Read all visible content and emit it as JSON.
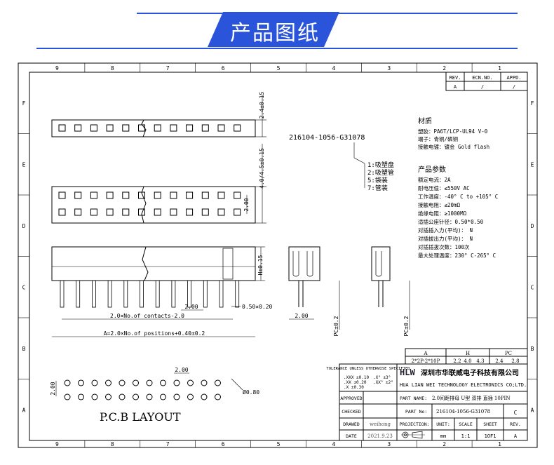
{
  "header": {
    "title": "产品图纸",
    "accent_color": "#2a54d9"
  },
  "frame": {
    "columns": [
      "9",
      "8",
      "7",
      "6",
      "5",
      "4",
      "3",
      "2",
      "1"
    ],
    "rows": [
      "F",
      "E",
      "D",
      "C",
      "B",
      "A"
    ]
  },
  "revision": {
    "headers": [
      "REV.",
      "ECN.NO.",
      "APPD."
    ],
    "values": [
      "A",
      "/",
      "/"
    ]
  },
  "dimensions": {
    "top_height": "2.4±0.15",
    "mid_height": "4.0/4.5±0.15",
    "row_pitch": "2.00",
    "side_height": "H±0.15",
    "pitch": "2.00",
    "pin_size": "0.50×0.20",
    "contacts": "2.0×No.of contacts-2.0",
    "positions": "A=2.0×No.of positions+0.40±0.2",
    "side_pitch": "2.00",
    "pc_left": "PC±0.2",
    "pc_right": "PC±0.2",
    "pcb_pitch_x": "2.00",
    "pcb_pitch_y": "2.00",
    "hole": "Ø0.80"
  },
  "part_code": {
    "number": "216104-1056-G31078",
    "options": [
      "1:吸塑盘",
      "2:吸塑管",
      "5:袋装",
      "7:管装"
    ]
  },
  "materials": {
    "title": "材质",
    "lines": [
      "塑胶：PA6T/LCP-UL94 V-0",
      "端子：青铜/磷铜",
      "接触电镀：镀金 Gold flash"
    ]
  },
  "specs": {
    "title": "产品参数",
    "lines": [
      "额定电流：2A",
      "耐电压值：≤550V AC",
      "工作温度：-40° C to +105° C",
      "接触电阻：≤20mΩ",
      "绝缘电阻：≥1000MΩ",
      "适插公座针径：0.50*0.50",
      "对插插入力(平均)：    N",
      "对插拔出力(平均)：    N",
      "对插插拔次数：100次",
      "最大处理温度：230° C-265° C"
    ]
  },
  "dim_table": {
    "headers": [
      "A",
      "H",
      "PC"
    ],
    "row_label": "2*2P-2*10P",
    "values": [
      "2.2",
      "4.0",
      "4.3",
      "2.4",
      "2.8"
    ]
  },
  "pcb_label": "P.C.B LAYOUT",
  "title_block": {
    "tolerance_title": "TOLERANCE UNLESS OTHERWISE SPECIFIED",
    "tol_lines": [
      ".XXX ±0.10",
      ".XX ±0.20",
      ".X ±0.30"
    ],
    "tol_angles": [
      ".X° ±3°",
      ".XX° ±2°"
    ],
    "logo": "HLW",
    "company_cn": "深圳市华联威电子科技有限公司",
    "company_en": "HUA LIAN WEI TECHNOLOGY ELECTRONICS CO;LTD.",
    "approved_label": "APPROVED",
    "part_name_label": "PART NAME:",
    "part_name": "2.0间距排母 U型 双排 直插 10PIN",
    "checked_label": "CHECKED",
    "part_no_label": "PART No:",
    "part_no": "216104-1056-G31078",
    "part_rev": "C",
    "drawn_label": "DRAWED",
    "drawn_by": "weihong",
    "projection_label": "PROJECTION:",
    "unit_label": "UNIT:",
    "scale_label": "SCALE",
    "sheet_label": "SHEET",
    "rev_label": "REV.",
    "date_label": "DATE",
    "date": "2021.9.23",
    "unit": "mm",
    "scale": "1:1",
    "sheet": "1OF1",
    "rev": "A"
  }
}
